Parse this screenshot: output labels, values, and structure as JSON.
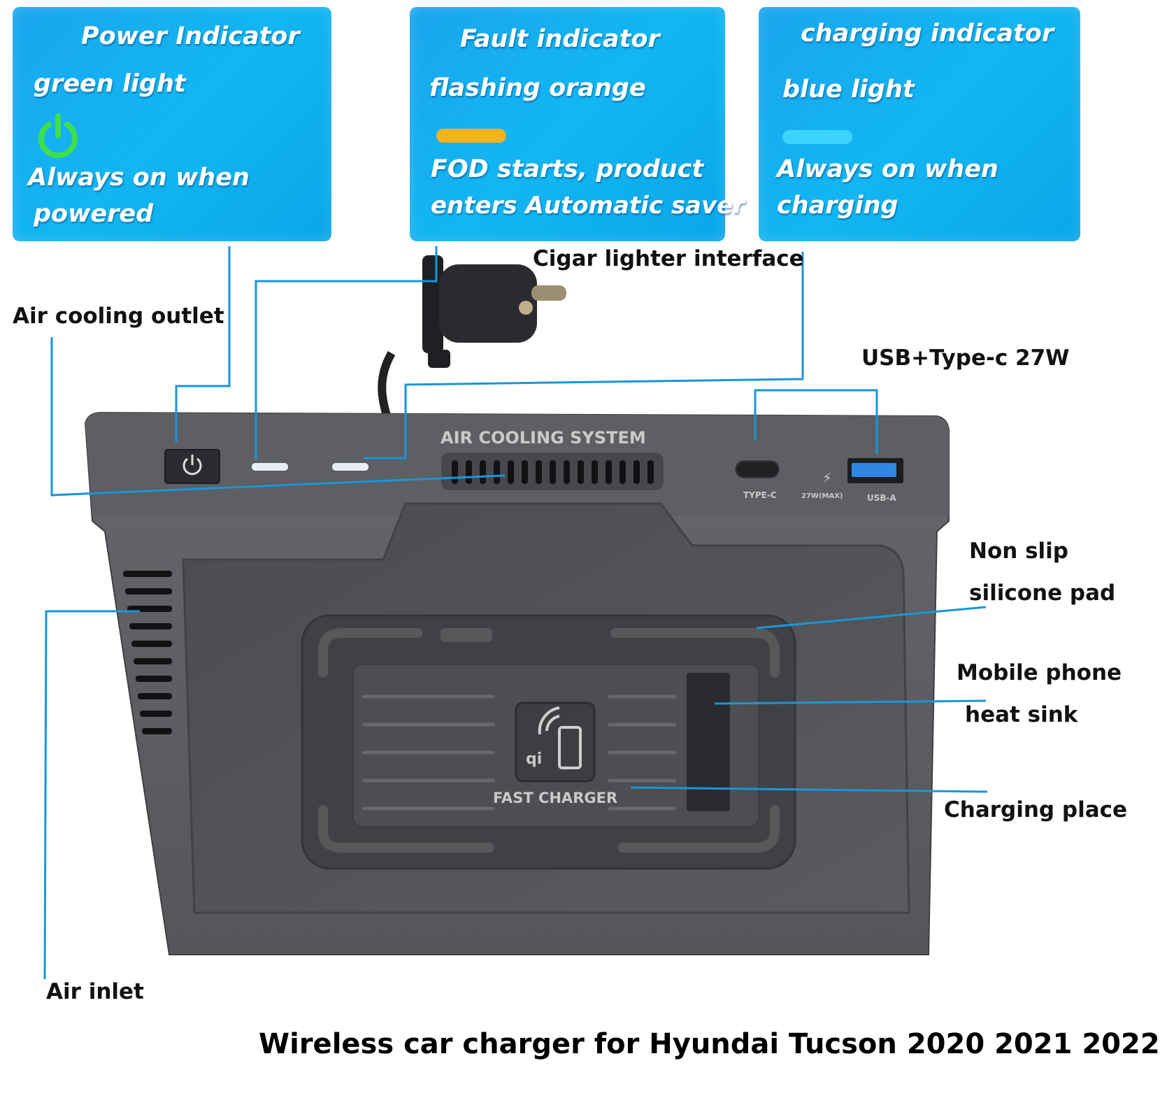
{
  "panels": [
    {
      "title": "Power Indicator",
      "light": "green light",
      "desc1": "Always on when",
      "desc2": "powered",
      "icon": "power-icon",
      "color": "#3ee04a"
    },
    {
      "title": "Fault indicator",
      "light": "flashing orange",
      "desc1": "FOD starts, product",
      "desc2": "enters Automatic saver",
      "icon": "orange-bar",
      "color": "#f6b31d"
    },
    {
      "title": "charging indicator",
      "light": "blue light",
      "desc1": "Always on when",
      "desc2": "charging",
      "icon": "blue-bar",
      "color": "#3cd4ff"
    }
  ],
  "callouts": {
    "cigar": "Cigar lighter interface",
    "air_outlet": "Air cooling outlet",
    "usb": "USB+Type-c 27W",
    "non_slip_1": "Non slip",
    "non_slip_2": "silicone pad",
    "heat_sink_1": "Mobile phone",
    "heat_sink_2": "heat sink",
    "charging_place": "Charging place",
    "air_inlet": "Air inlet"
  },
  "device": {
    "air_cooling_label": "AIR COOLING SYSTEM",
    "fast_charger_label": "FAST CHARGER",
    "type_c_label": "TYPE-C",
    "watt_label": "27W(MAX)",
    "usb_a_label": "USB-A",
    "qi_label": "qi"
  },
  "footer": "Wireless car charger for Hyundai Tucson 2020 2021 2022",
  "colors": {
    "leader_line": "#1a96d8",
    "device_body": "#5b5d60",
    "device_dark": "#3b3d40"
  }
}
